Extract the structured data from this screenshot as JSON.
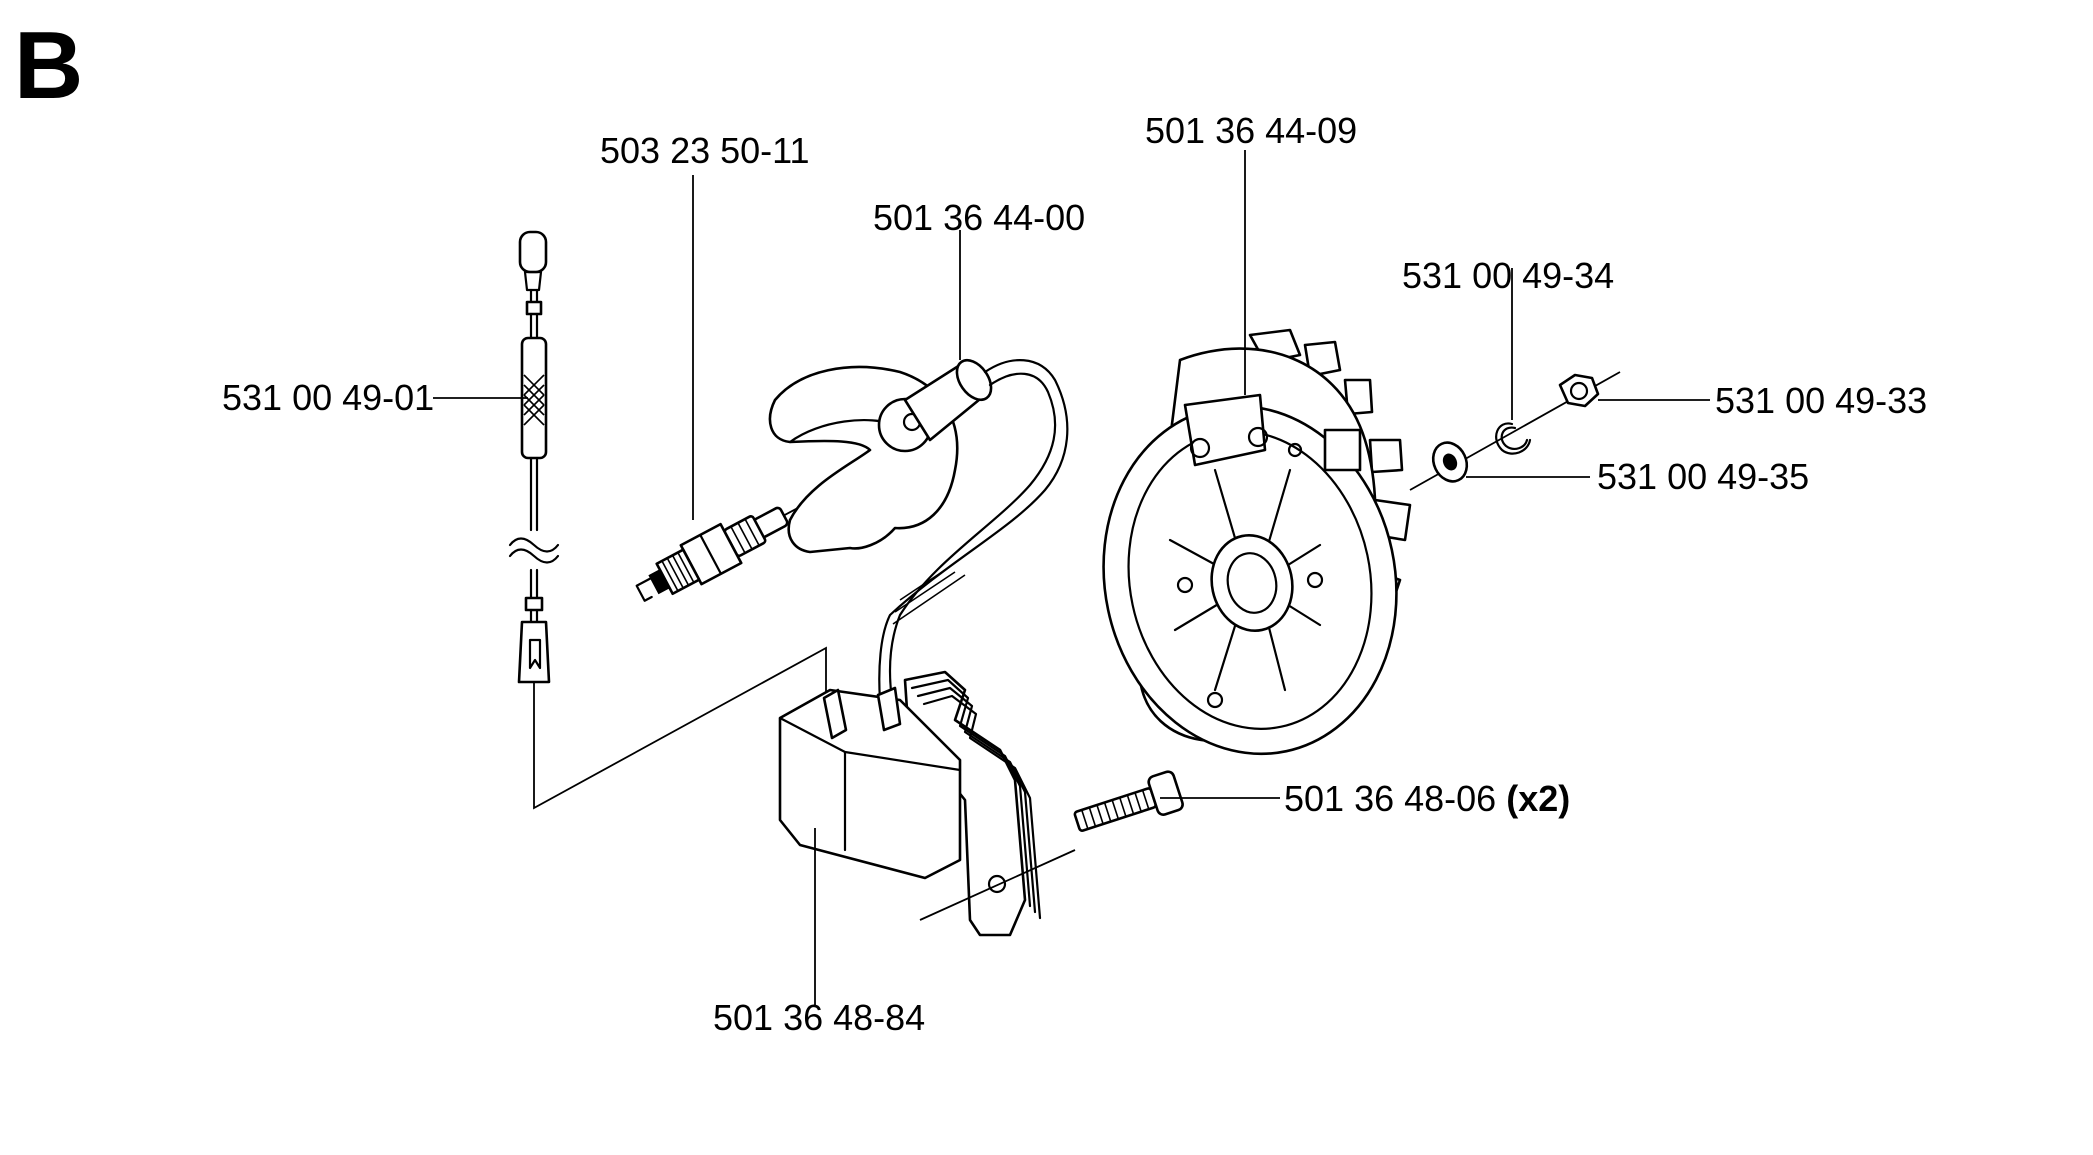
{
  "section_letter": "B",
  "callouts": {
    "spark_plug": "503 23 50-11",
    "plug_cap": "501 36 44-00",
    "flywheel": "501 36 44-09",
    "clip": "531 00 49-34",
    "stop_wire": "531 00 49-01",
    "nut": "531 00 49-33",
    "washer": "531 00 49-35",
    "screw": "501 36 48-06",
    "screw_qty": "(x2)",
    "ignition_module": "501 36 48-84"
  }
}
